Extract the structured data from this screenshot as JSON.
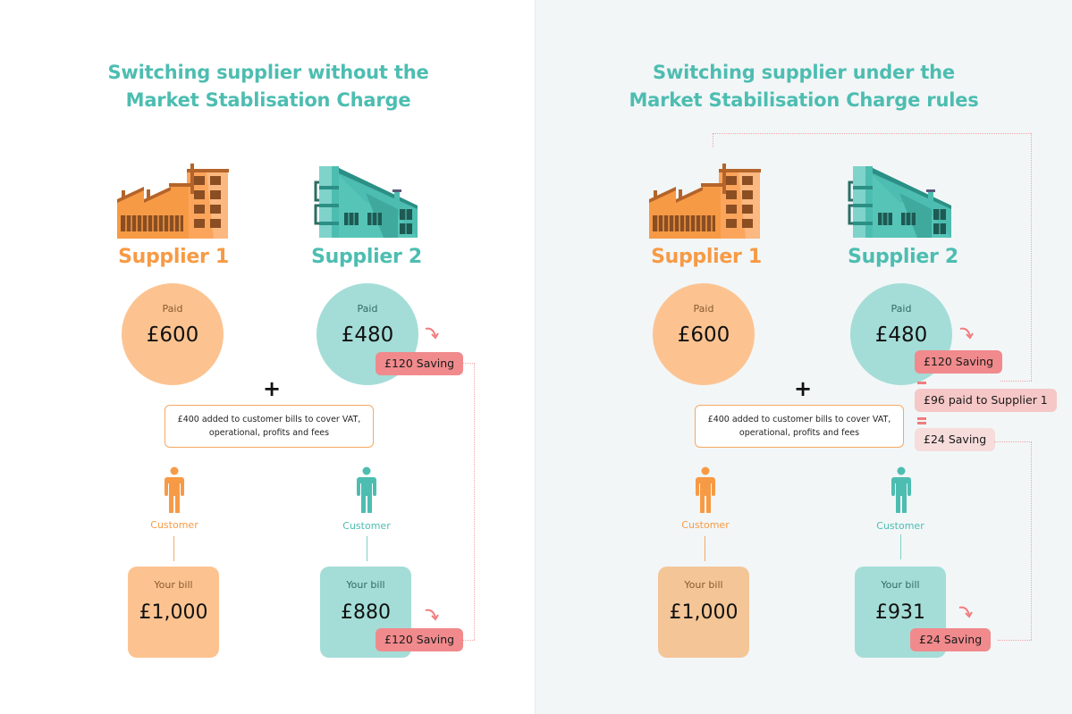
{
  "colors": {
    "teal": "#4dbdb1",
    "orange": "#f79a45",
    "light_orange": "#fcc391",
    "light_teal": "#a4ddd7",
    "saving_red": "#f08a8c",
    "saving_pink": "#f6c7c7"
  },
  "left": {
    "title_line1": "Switching supplier without the",
    "title_line2": "Market Stablisation Charge",
    "supplier1": {
      "icon": "factory-orange-icon",
      "label": "Supplier 1",
      "paid_label": "Paid",
      "paid_value": "£600",
      "customer_label": "Customer",
      "bill_label": "Your bill",
      "bill_value": "£1,000"
    },
    "supplier2": {
      "icon": "factory-teal-icon",
      "label": "Supplier 2",
      "paid_label": "Paid",
      "paid_value": "£480",
      "paid_saving": "£120 Saving",
      "customer_label": "Customer",
      "bill_label": "Your bill",
      "bill_value": "£880",
      "bill_saving": "£120 Saving"
    },
    "plus": "+",
    "note": "£400 added to customer bills to cover VAT, operational, profits and fees"
  },
  "right": {
    "title_line1": "Switching supplier under the",
    "title_line2": "Market Stabilisation Charge rules",
    "supplier1": {
      "icon": "factory-orange-icon",
      "label": "Supplier 1",
      "paid_label": "Paid",
      "paid_value": "£600",
      "customer_label": "Customer",
      "bill_label": "Your bill",
      "bill_value": "£1,000"
    },
    "supplier2": {
      "icon": "factory-teal-icon",
      "label": "Supplier 2",
      "paid_label": "Paid",
      "paid_value": "£480",
      "paid_saving": "£120 Saving",
      "minus_item": "£96 paid to Supplier 1",
      "equals_item": "£24 Saving",
      "customer_label": "Customer",
      "bill_label": "Your bill",
      "bill_value": "£931",
      "bill_saving": "£24 Saving"
    },
    "plus": "+",
    "note": "£400 added to customer bills to cover VAT, operational, profits and fees"
  }
}
